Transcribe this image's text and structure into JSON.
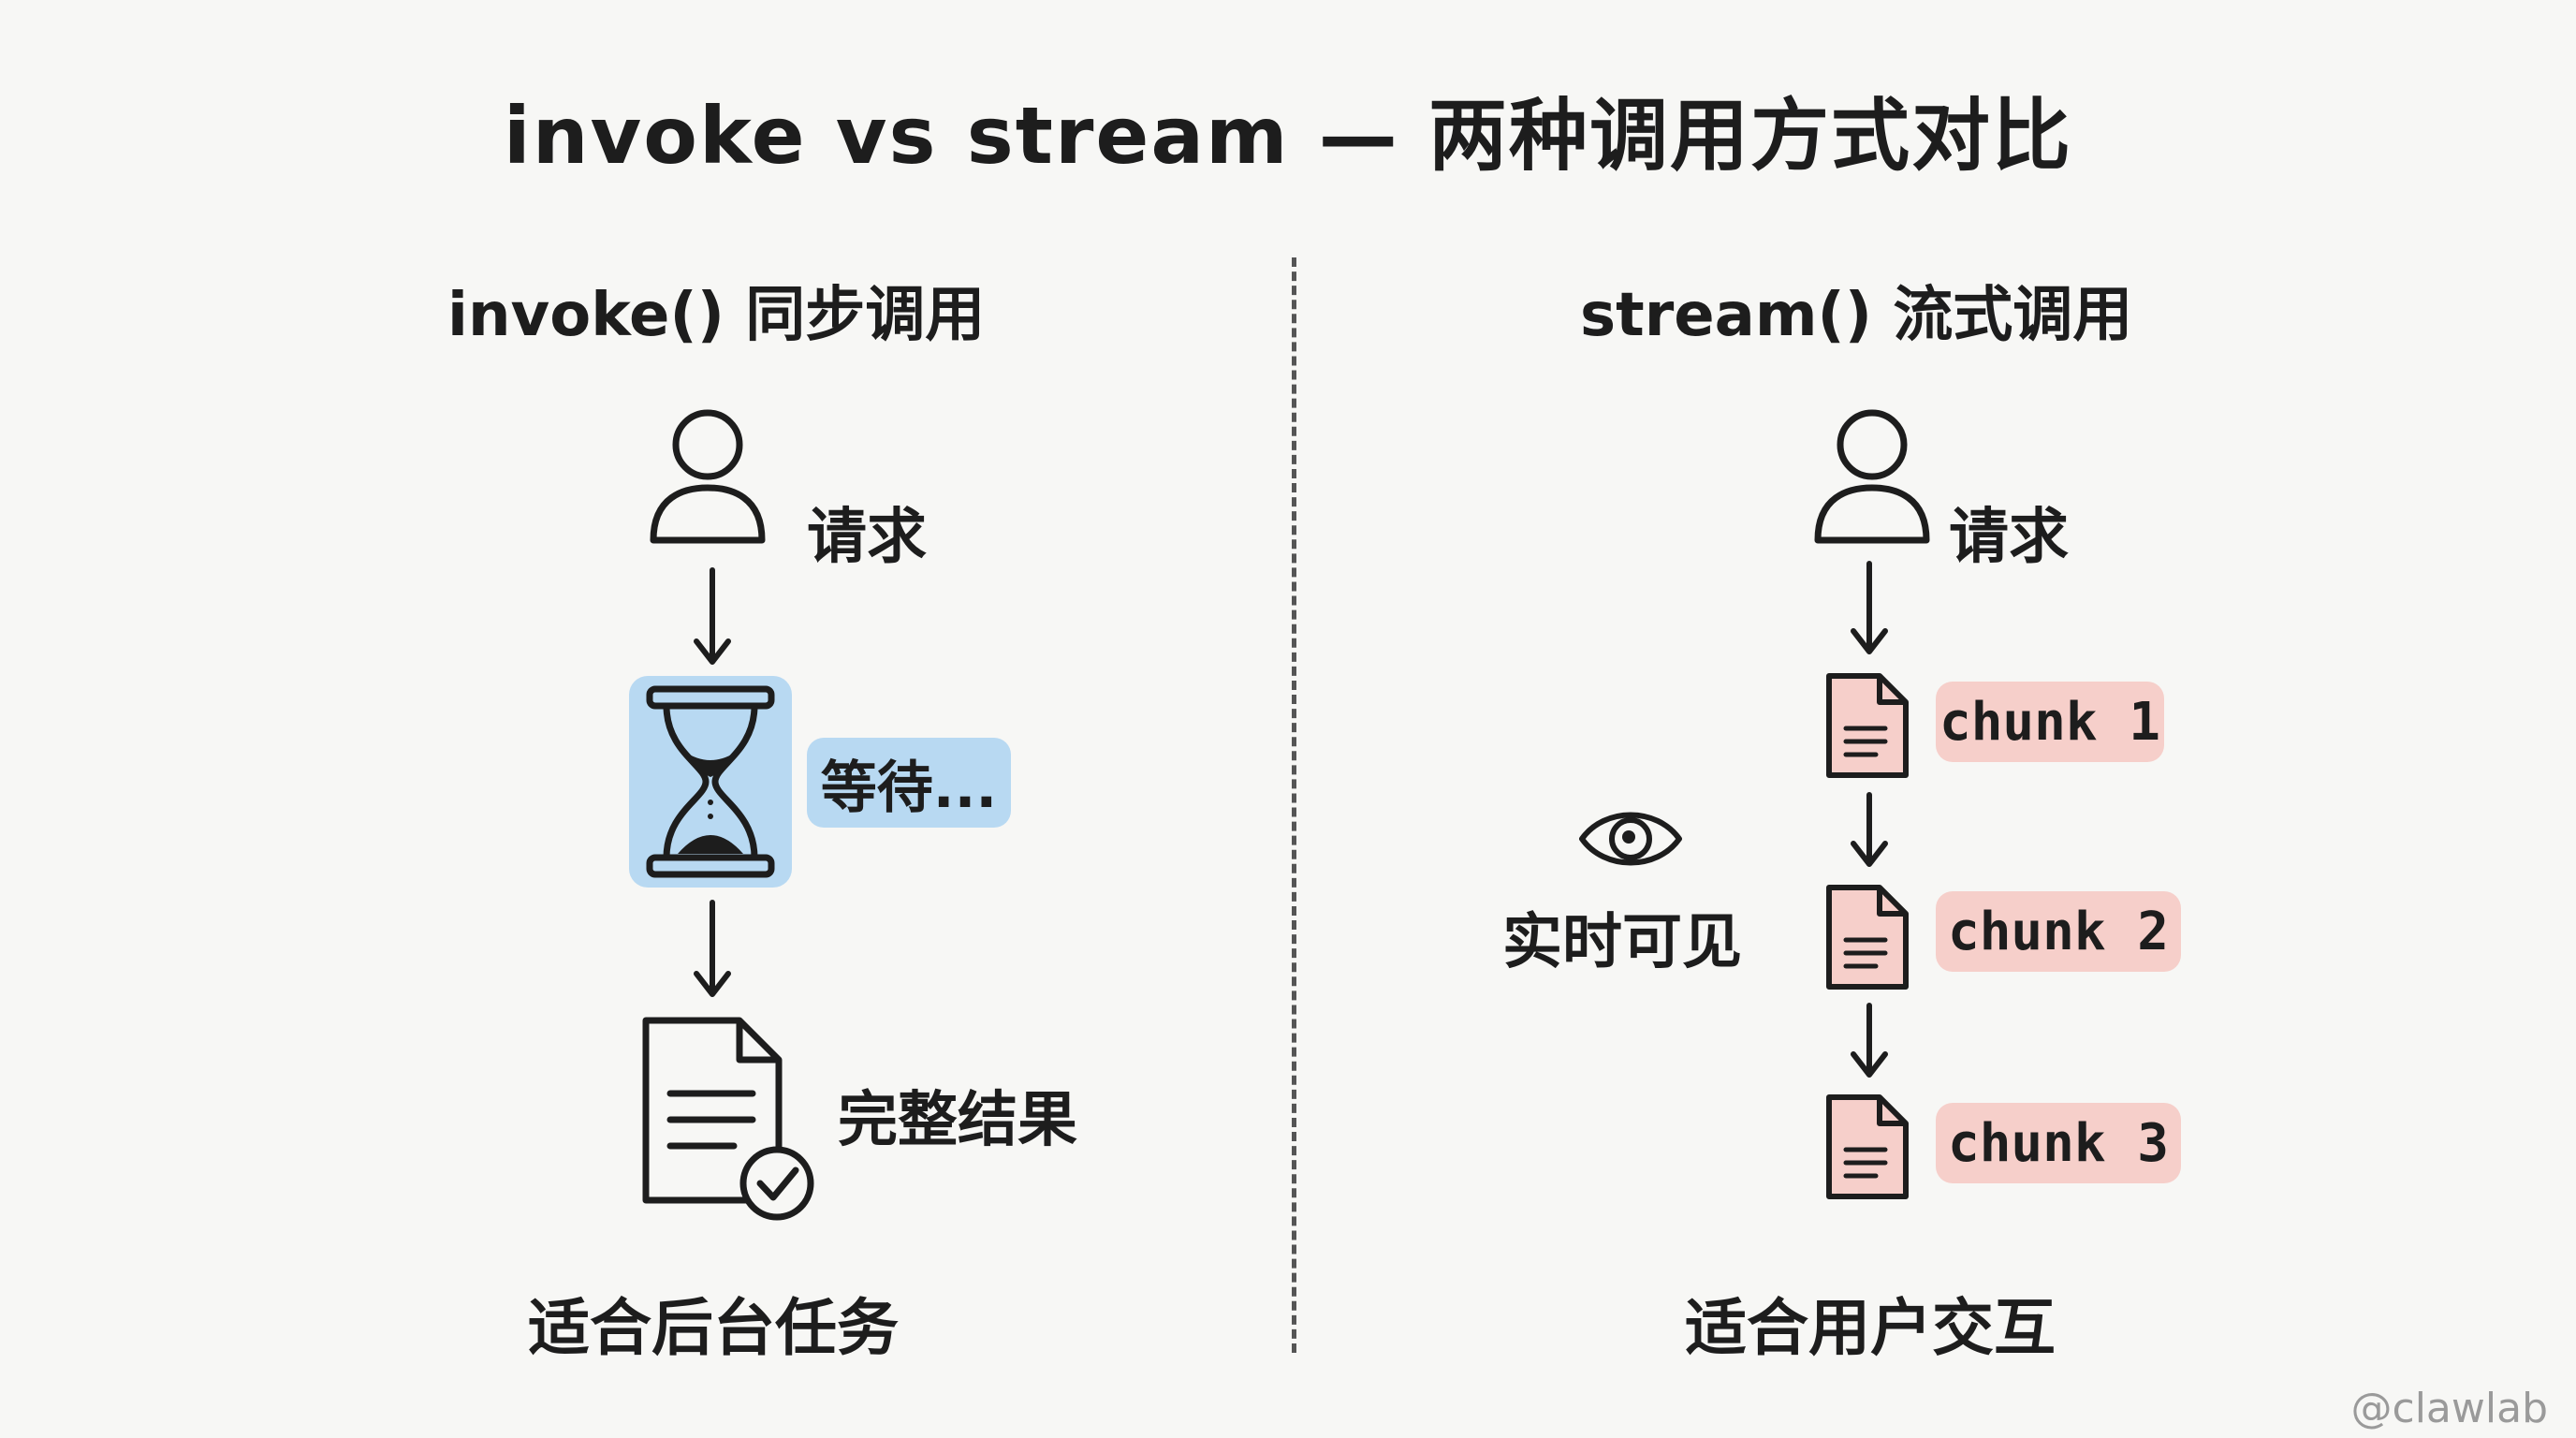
{
  "title": "invoke vs stream — 两种调用方式对比",
  "left": {
    "heading": "invoke() 同步调用",
    "request_label": "请求",
    "wait_label": "等待...",
    "result_label": "完整结果",
    "footer": "适合后台任务"
  },
  "right": {
    "heading": "stream() 流式调用",
    "request_label": "请求",
    "realtime_label": "实时可见",
    "chunks": [
      "chunk 1",
      "chunk 2",
      "chunk 3"
    ],
    "footer": "适合用户交互"
  },
  "watermark": "@clawlab",
  "colors": {
    "wait_highlight": "#b8d9f2",
    "chunk_highlight": "#f6cfca",
    "stroke": "#1d1d1d"
  }
}
